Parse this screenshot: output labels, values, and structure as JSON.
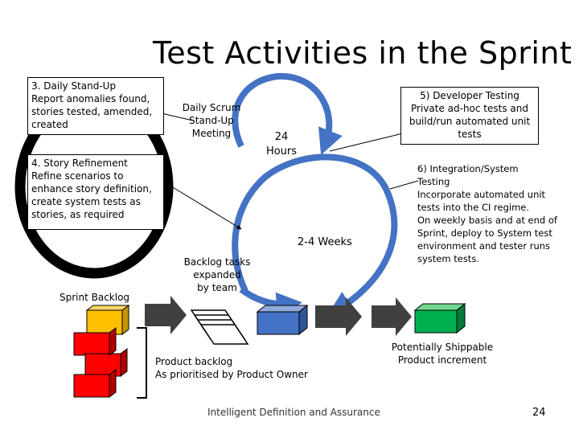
{
  "title": "Test Activities in the Sprint",
  "boxes": {
    "daily_standup": {
      "heading": "3. Daily Stand-Up",
      "lines": [
        "Report anomalies found,",
        "stories tested, amended,",
        "created"
      ]
    },
    "story_refinement": {
      "heading": "4. Story Refinement",
      "lines": [
        "Refine scenarios to",
        "enhance story definition,",
        "create system tests as",
        "stories, as required"
      ]
    }
  },
  "labels": {
    "daily_scrum": [
      "Daily Scrum",
      "Stand-Up",
      "Meeting"
    ],
    "hours": [
      "24",
      "Hours"
    ],
    "weeks": "2-4 Weeks",
    "backlog_tasks": [
      "Backlog tasks",
      "expanded",
      "by team"
    ],
    "sprint_backlog": "Sprint Backlog",
    "developer_testing": [
      "5) Developer Testing",
      "Private ad-hoc tests and",
      "build/run automated unit",
      "tests"
    ],
    "integration_testing": [
      "6) Integration/System",
      "Testing",
      "Incorporate automated unit",
      "tests into the CI regime.",
      "On weekly basis and at end of",
      "Sprint, deploy to System test",
      "environment and tester runs",
      "system tests."
    ],
    "potentially_shippable": [
      "Potentially Shippable",
      "Product increment"
    ],
    "product_backlog": [
      "Product backlog",
      "As prioritised by Product Owner"
    ]
  },
  "footer": {
    "text": "Intelligent Definition and Assurance",
    "page_number": "24"
  },
  "colors": {
    "loop": "#4472c4",
    "backlog_top": "#ffc000",
    "backlog_red": "#ff0000",
    "increment": "#00b050",
    "arrow": "#404040"
  }
}
